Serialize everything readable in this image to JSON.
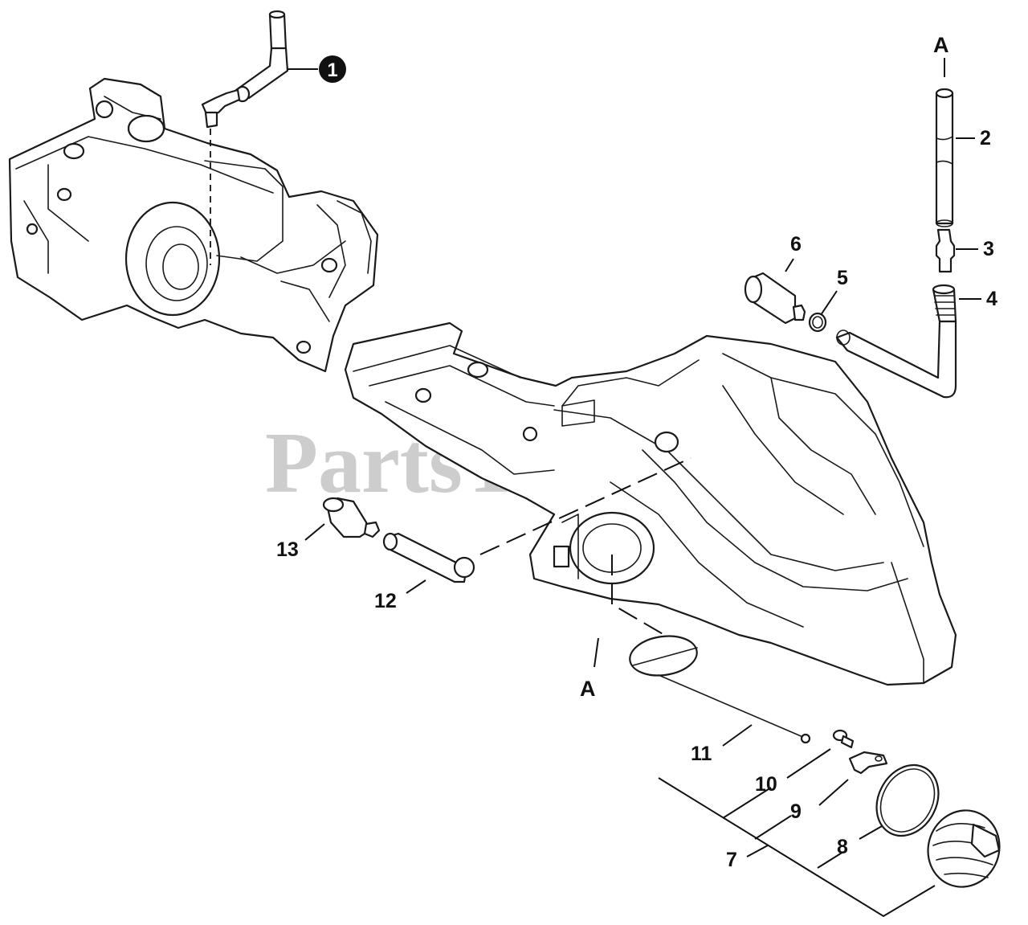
{
  "watermark": "PartsTree",
  "callouts": {
    "c1": "1",
    "c2": "2",
    "c3": "3",
    "c4": "4",
    "c5": "5",
    "c6": "6",
    "c7": "7",
    "c8": "8",
    "c9": "9",
    "c10": "10",
    "c11": "11",
    "c12": "12",
    "c13": "13",
    "ref_top": "A",
    "ref_bottom": "A"
  }
}
